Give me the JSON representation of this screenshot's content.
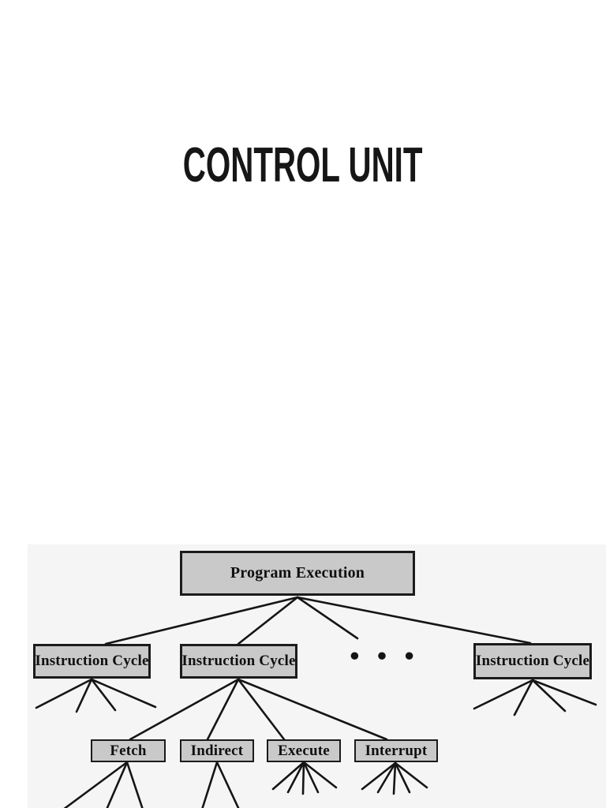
{
  "page": {
    "title": "CONTROL UNIT"
  },
  "diagram": {
    "nodes": {
      "program_execution": "Program Execution",
      "instruction_cycle_1": "Instruction Cycle",
      "instruction_cycle_2": "Instruction Cycle",
      "instruction_cycle_3": "Instruction Cycle",
      "fetch": "Fetch",
      "indirect": "Indirect",
      "execute": "Execute",
      "interrupt": "Interrupt"
    },
    "ellipsis": "• • •",
    "structure": {
      "root": "Program Execution",
      "root_children": [
        "Instruction Cycle",
        "Instruction Cycle",
        "• • •",
        "Instruction Cycle"
      ],
      "instruction_cycle_children": [
        "Fetch",
        "Indirect",
        "Execute",
        "Interrupt"
      ]
    },
    "colors": {
      "node_fill": "#c9c9c9",
      "node_border": "#1b1b1b",
      "connector_line": "#151515",
      "figure_background": "#f5f5f5",
      "page_background": "#ffffff",
      "title_text": "#161616"
    }
  }
}
